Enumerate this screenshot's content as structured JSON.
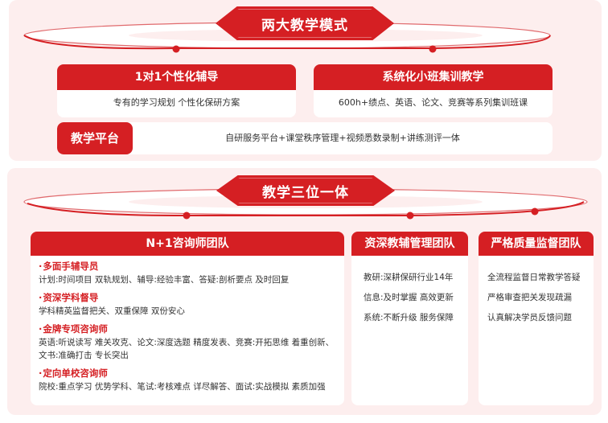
{
  "section1": {
    "banner": "两大教学模式",
    "modes": [
      {
        "title": "1对1个性化辅导",
        "desc": "专有的学习规划  个性化保研方案"
      },
      {
        "title": "系统化小班集训教学",
        "desc": "600h+绩点、英语、论文、竞赛等系列集训班课"
      }
    ],
    "platform": {
      "label": "教学平台",
      "desc": "自研服务平台+课堂秩序管理+视频悉数录制+讲练测评一体"
    }
  },
  "section2": {
    "banner": "教学三位一体",
    "teams": [
      {
        "title": "N+1咨询师团队",
        "roles": [
          {
            "title": "多面手辅导员",
            "desc": "计划:时间项目 双轨规划、辅导:经验丰富、答疑:剖析要点 及时回复"
          },
          {
            "title": "资深学科督导",
            "desc": "学科精英监督把关、双重保障 双份安心"
          },
          {
            "title": "金牌专项咨询师",
            "desc": "英语:听说读写 难关攻克、论文:深度选题 精度发表、竞赛:开拓思维 着重创新、文书:准确打击 专长突出"
          },
          {
            "title": "定向单校咨询师",
            "desc": "院校:重点学习 优势学科、笔试:考核难点 详尽解答、面试:实战模拟 素质加强"
          }
        ]
      },
      {
        "title": "资深教辅管理团队",
        "items": [
          "教研:深耕保研行业14年",
          "信息:及时掌握 高效更新",
          "系统:不断升级 服务保障"
        ]
      },
      {
        "title": "严格质量监督团队",
        "items": [
          "全流程监督日常教学答疑",
          "严格审查把关发现疏漏",
          "认真解决学员反馈问题"
        ]
      }
    ]
  },
  "colors": {
    "accent": "#d51f23",
    "panel_bg": "#fdeeee",
    "card_bg": "#ffffff",
    "text": "#333333"
  }
}
